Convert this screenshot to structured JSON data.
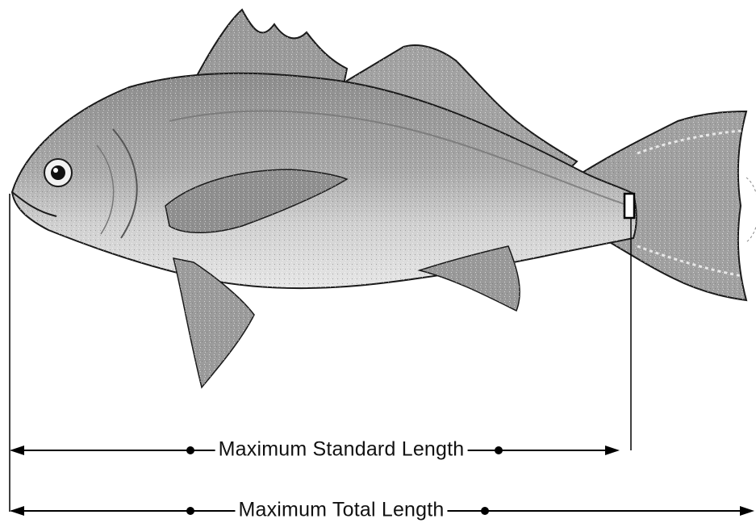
{
  "diagram": {
    "subject": "fish",
    "measurements": [
      {
        "id": "standard",
        "label": "Maximum Standard Length"
      },
      {
        "id": "total",
        "label": "Maximum Total Length"
      }
    ]
  },
  "colors": {
    "body_dark": "#8a8a8a",
    "body_mid": "#a9a9a9",
    "body_light": "#d7d7d7",
    "outline": "#1a1a1a",
    "line": "#000000"
  }
}
